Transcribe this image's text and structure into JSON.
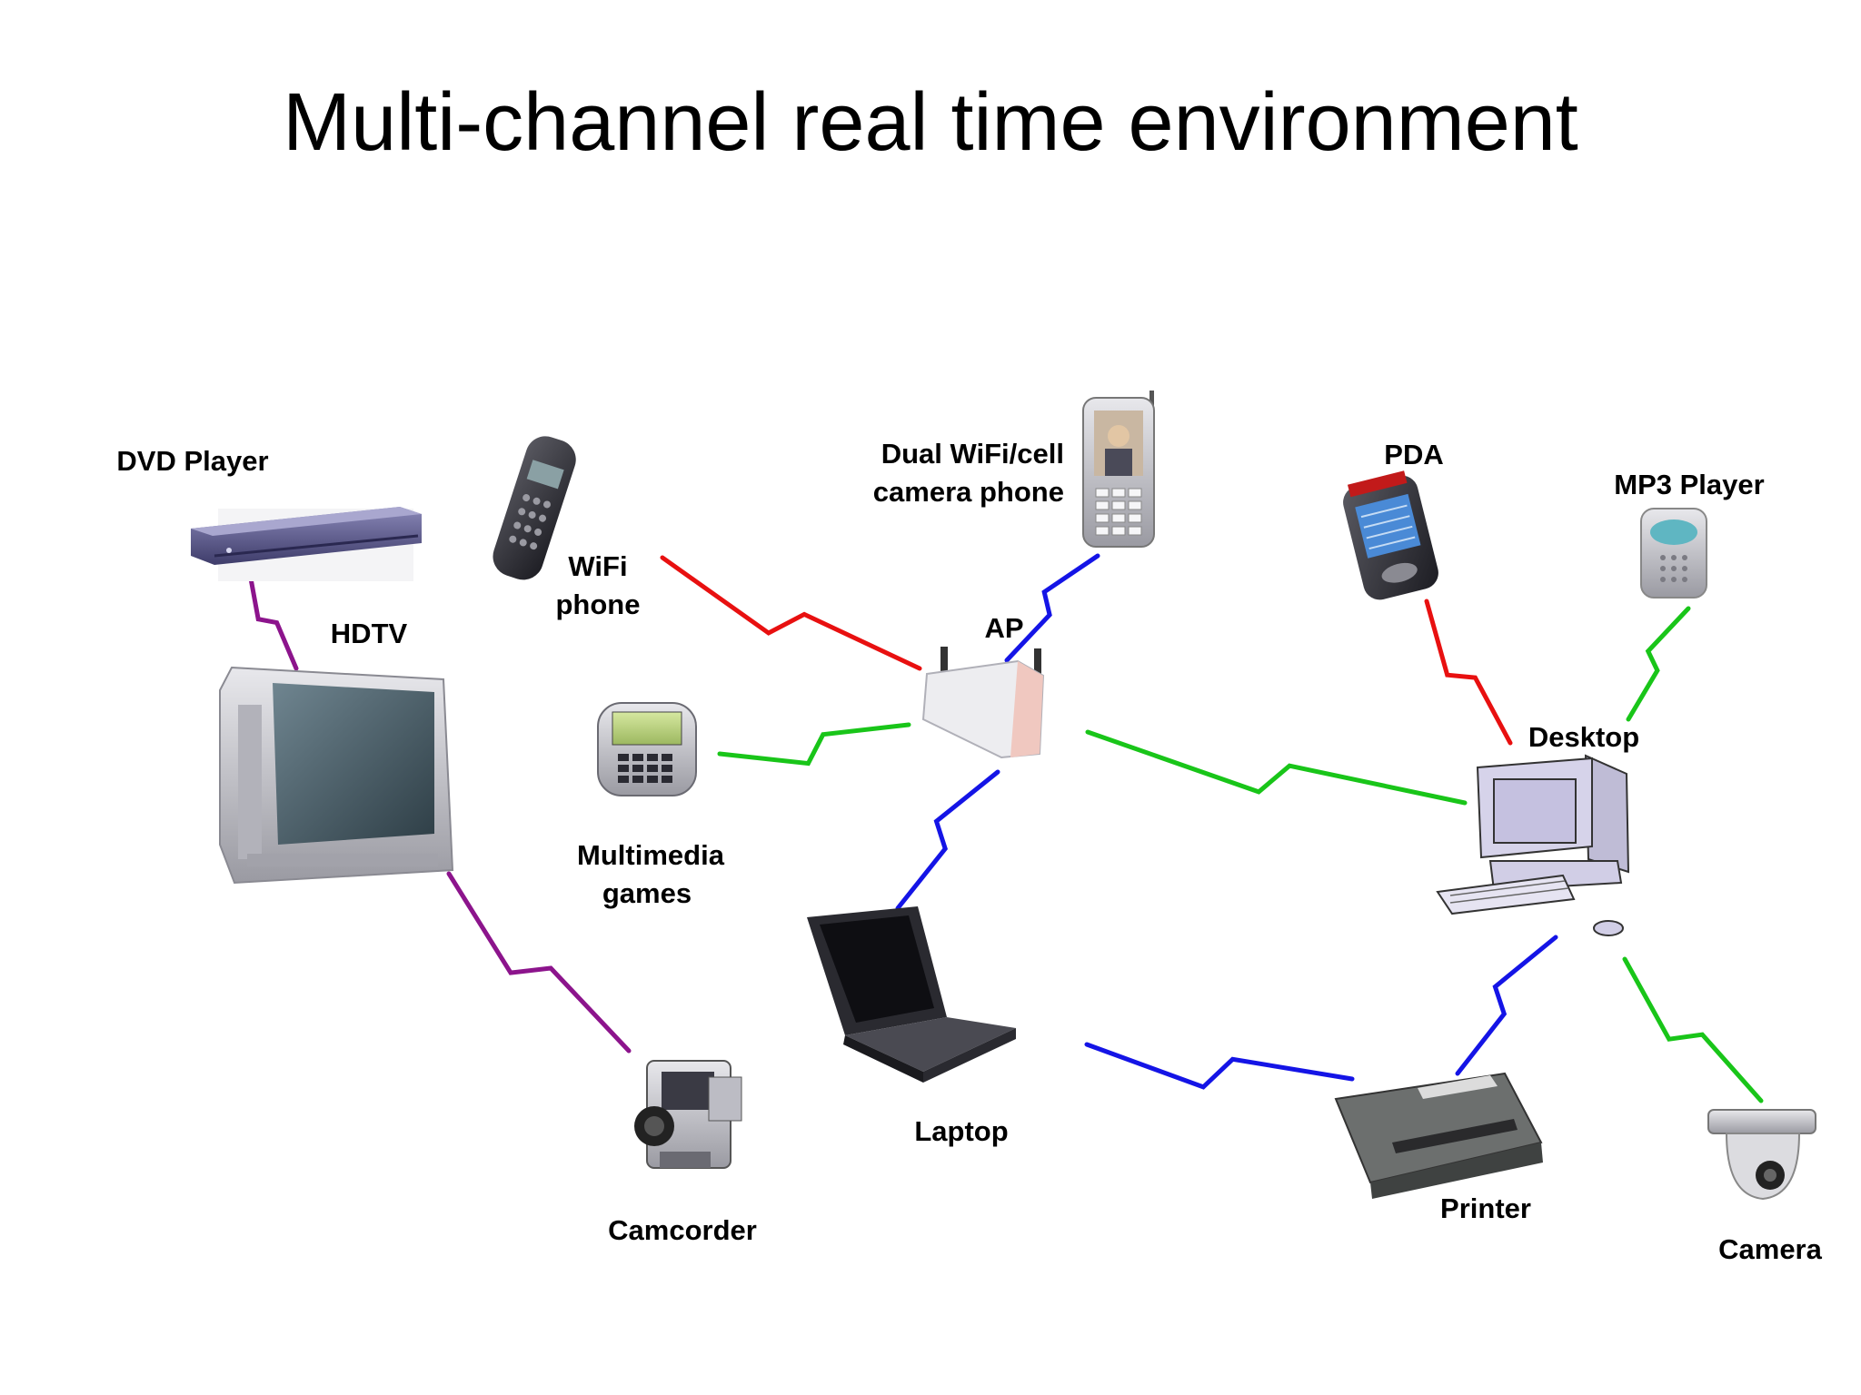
{
  "title": "Multi-channel real time environment",
  "colors": {
    "red": "#e81010",
    "blue": "#1414e6",
    "green": "#19c519",
    "purple": "#8c148c"
  },
  "nodes": {
    "dvd": {
      "lines": [
        "DVD Player"
      ],
      "icon": "dvd-player-icon"
    },
    "hdtv": {
      "lines": [
        "HDTV"
      ],
      "icon": "tv-icon"
    },
    "wifiphone": {
      "lines": [
        "WiFi",
        "phone"
      ],
      "icon": "wifi-phone-icon"
    },
    "dualphone": {
      "lines": [
        "Dual WiFi/cell",
        "camera phone"
      ],
      "icon": "camera-phone-icon"
    },
    "ap": {
      "lines": [
        "AP"
      ],
      "icon": "access-point-icon"
    },
    "pda": {
      "lines": [
        "PDA"
      ],
      "icon": "pda-icon"
    },
    "mp3": {
      "lines": [
        "MP3 Player"
      ],
      "icon": "mp3-player-icon"
    },
    "games": {
      "lines": [
        "Multimedia",
        "games"
      ],
      "icon": "game-console-icon"
    },
    "desktop": {
      "lines": [
        "Desktop"
      ],
      "icon": "desktop-computer-icon"
    },
    "laptop": {
      "lines": [
        "Laptop"
      ],
      "icon": "laptop-icon"
    },
    "camcorder": {
      "lines": [
        "Camcorder"
      ],
      "icon": "camcorder-icon"
    },
    "printer": {
      "lines": [
        "Printer"
      ],
      "icon": "printer-icon"
    },
    "camera": {
      "lines": [
        "Camera"
      ],
      "icon": "security-camera-icon"
    }
  },
  "links": [
    {
      "from": "wifiphone",
      "to": "ap",
      "color": "red"
    },
    {
      "from": "dualphone",
      "to": "ap",
      "color": "blue"
    },
    {
      "from": "games",
      "to": "ap",
      "color": "green"
    },
    {
      "from": "ap",
      "to": "desktop",
      "color": "green"
    },
    {
      "from": "ap",
      "to": "laptop",
      "color": "blue"
    },
    {
      "from": "dvd",
      "to": "hdtv",
      "color": "purple"
    },
    {
      "from": "hdtv",
      "to": "camcorder",
      "color": "purple"
    },
    {
      "from": "pda",
      "to": "desktop",
      "color": "red"
    },
    {
      "from": "mp3",
      "to": "desktop",
      "color": "green"
    },
    {
      "from": "laptop",
      "to": "printer",
      "color": "blue"
    },
    {
      "from": "desktop",
      "to": "printer",
      "color": "blue"
    },
    {
      "from": "desktop",
      "to": "camera",
      "color": "green"
    }
  ]
}
